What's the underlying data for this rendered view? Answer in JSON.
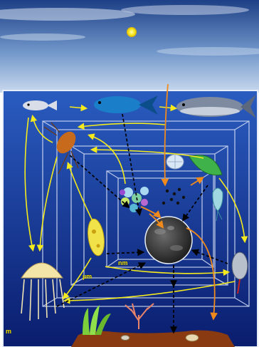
{
  "scene": {
    "colors": {
      "sky_top": "#1d3f86",
      "sky_mid": "#6f95c9",
      "sky_horizon": "#c9d9ee",
      "water_top": "#2a5cc0",
      "water_bottom": "#0a1d6e",
      "sun": "#f7e61c",
      "arrow_yellow": "#f5ea1c",
      "arrow_orange": "#f08a1c",
      "arrow_black": "#000000",
      "seafloor": "#8a3a10"
    }
  },
  "scale_labels": {
    "millimeter": "m",
    "micrometer": "µm",
    "nanometer": "nm"
  },
  "icons": [
    "sun-icon",
    "small-fish-icon",
    "blue-fish-icon",
    "large-fish-icon",
    "copepod-icon",
    "diatom-icon",
    "leaf-algae-icon",
    "bacteria-cluster-icon",
    "virus-particles-icon",
    "dissolved-organic-matter-icon",
    "ciliate-icon",
    "dinoflagellate-icon",
    "jellyfish-icon",
    "shrimp-larva-icon",
    "seagrass-icon",
    "coral-icon",
    "benthic-shell-icon"
  ]
}
